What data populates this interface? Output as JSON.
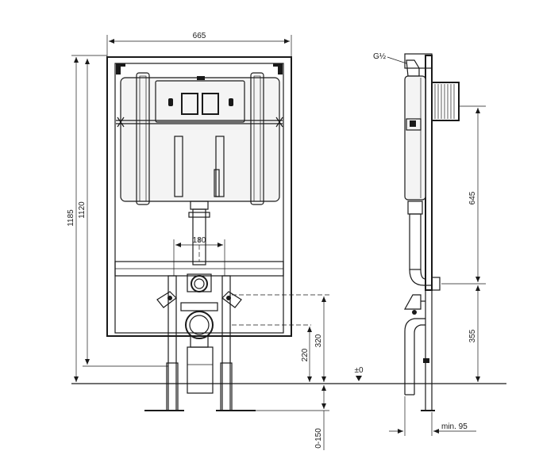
{
  "dimensions": {
    "width_total": "665",
    "height_total": "1185",
    "height_frame": "1120",
    "pipe_spacing": "180",
    "inlet_thread": "G½",
    "cistern_height": "645",
    "drain_height": "355",
    "waste_height": "320",
    "waste_center": "220",
    "floor_level": "±0",
    "leg_adjust": "0-150",
    "min_depth": "min. 95"
  }
}
